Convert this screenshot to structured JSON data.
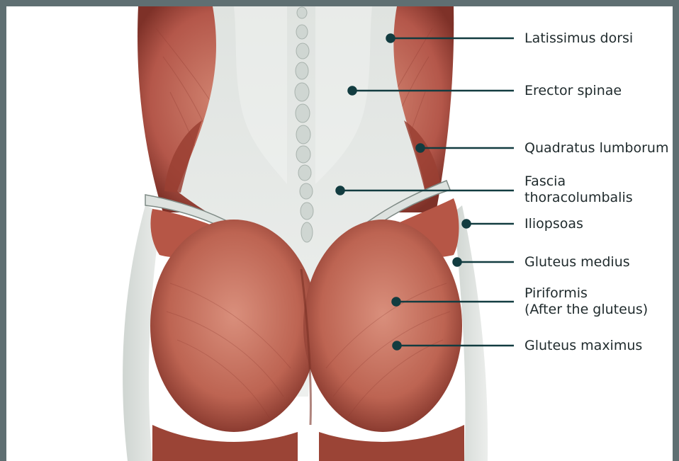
{
  "colors": {
    "frame": "#5f6f72",
    "leader_line": "#123c40",
    "label_text": "#1f2a2c",
    "muscle": "#b85a4a",
    "fascia": "#e6e9e6"
  },
  "labels": {
    "latissimus": "Latissimus dorsi",
    "erector": "Erector spinae",
    "quadratus": "Quadratus lumborum",
    "fascia_line1": "Fascia",
    "fascia_line2": "thoracolumbalis",
    "iliopsoas": "Iliopsoas",
    "gluteus_medius": "Gluteus medius",
    "piriformis_line1": "Piriformis",
    "piriformis_line2": "(After the gluteus)",
    "gluteus_maximus": "Gluteus maximus"
  }
}
